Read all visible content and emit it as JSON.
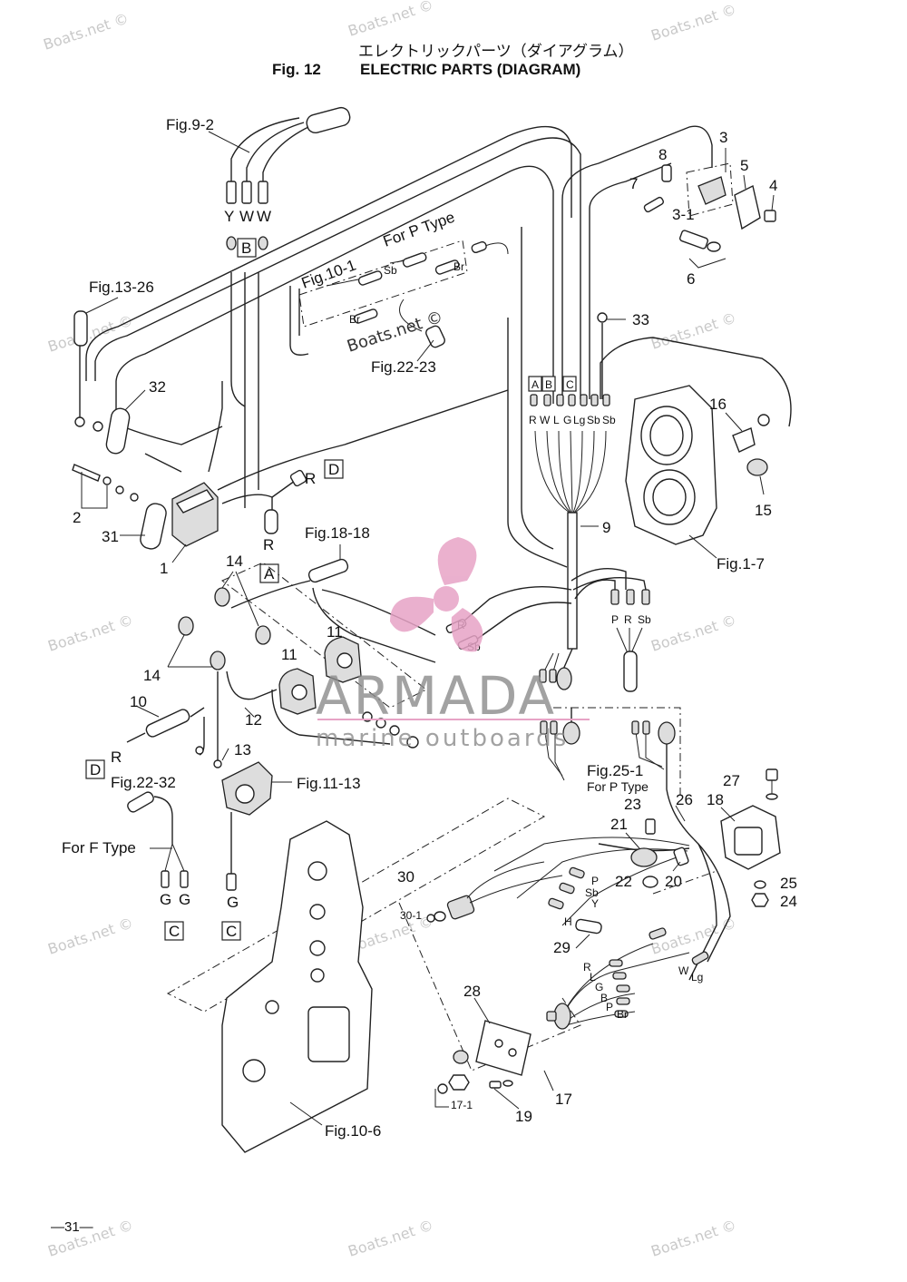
{
  "header": {
    "title_jp": "エレクトリックパーツ（ダイアグラム）",
    "fig_number": "Fig. 12",
    "title_en": "ELECTRIC PARTS (DIAGRAM)"
  },
  "refs": {
    "fig9_2": "Fig.9-2",
    "fig13_26": "Fig.13-26",
    "fig10_1": "Fig.10-1",
    "for_p_type": "For P Type",
    "fig22_23": "Fig.22-23",
    "fig18_18": "Fig.18-18",
    "fig1_7": "Fig.1-7",
    "fig22_32": "Fig.22-32",
    "fig11_13": "Fig.11-13",
    "for_f_type": "For F Type",
    "fig25_1": "Fig.25-1",
    "for_p_type_2": "For P Type",
    "fig10_6": "Fig.10-6"
  },
  "parts": {
    "p1": "1",
    "p2": "2",
    "p3": "3",
    "p3_1": "3-1",
    "p4": "4",
    "p5": "5",
    "p6": "6",
    "p7": "7",
    "p8": "8",
    "p9": "9",
    "p10": "10",
    "p11a": "11",
    "p11b": "11",
    "p12": "12",
    "p13": "13",
    "p14a": "14",
    "p14b": "14",
    "p15": "15",
    "p16": "16",
    "p17": "17",
    "p17_1": "17-1",
    "p18": "18",
    "p19": "19",
    "p20": "20",
    "p21": "21",
    "p22": "22",
    "p23": "23",
    "p24": "24",
    "p25": "25",
    "p26": "26",
    "p27": "27",
    "p28": "28",
    "p29": "29",
    "p30": "30",
    "p30_1": "30-1",
    "p31": "31",
    "p32": "32",
    "p33": "33"
  },
  "wire_codes": {
    "top_y": "Y",
    "top_w1": "W",
    "top_w2": "W",
    "box_b_top": "B",
    "sb1": "Sb",
    "br1": "Br",
    "br2": "Br",
    "r_d_top": "R",
    "box_d_top": "D",
    "r_left": "R",
    "box_a_left": "A",
    "conn_a": "A",
    "conn_b": "B",
    "conn_c": "C",
    "row_r": "R",
    "row_w": "W",
    "row_l": "L",
    "row_g": "G",
    "row_lg": "Lg",
    "row_sb1": "Sb",
    "row_sb2": "Sb",
    "prs_p": "P",
    "prs_r": "R",
    "prs_sb": "Sb",
    "mid_r": "R",
    "mid_sb": "Sb",
    "r_d_low": "R",
    "box_d_low": "D",
    "g1": "G",
    "g2": "G",
    "g3": "G",
    "box_c1": "C",
    "box_c2": "C",
    "sw_p": "P",
    "sw_sb": "Sb",
    "sw_y": "Y",
    "sw_h": "H",
    "w_low": "W",
    "lg_low": "Lg",
    "k_r": "R",
    "k_l": "L",
    "k_g": "G",
    "k_b": "B",
    "k_p": "P",
    "k_br": "Br"
  },
  "watermarks": {
    "boats": "Boats.net ©",
    "logo_main": "ARMADA",
    "logo_sub": "marine outboards"
  },
  "footer": {
    "page_number": "—31—"
  },
  "colors": {
    "logo_pink": "#e7a3c6",
    "logo_gray": "#8b8b8b",
    "watermark_gray": "#c9c9c9"
  }
}
